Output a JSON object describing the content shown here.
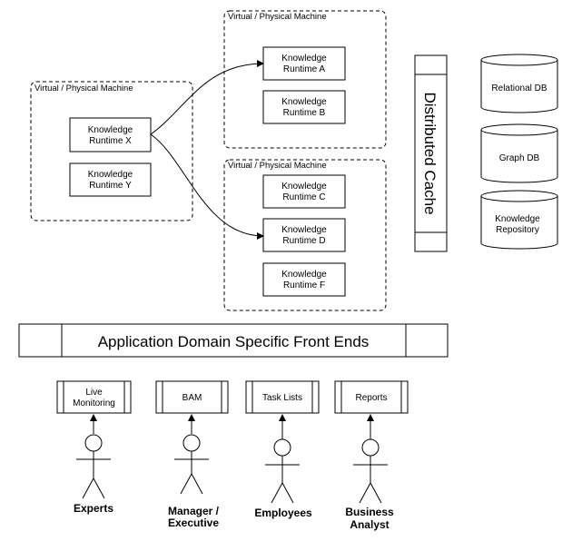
{
  "machines": {
    "left": {
      "label": "Virtual / Physical Machine"
    },
    "top_right": {
      "label": "Virtual / Physical Machine"
    },
    "bottom_right": {
      "label": "Virtual / Physical Machine"
    }
  },
  "runtimes": {
    "x": [
      "Knowledge",
      "Runtime X"
    ],
    "y": [
      "Knowledge",
      "Runtime Y"
    ],
    "a": [
      "Knowledge",
      "Runtime A"
    ],
    "b": [
      "Knowledge",
      "Runtime B"
    ],
    "c": [
      "Knowledge",
      "Runtime C"
    ],
    "d": [
      "Knowledge",
      "Runtime D"
    ],
    "f": [
      "Knowledge",
      "Runtime F"
    ]
  },
  "cache": {
    "label": "Distributed Cache"
  },
  "databases": {
    "relational": [
      "Relational DB"
    ],
    "graph": [
      "Graph DB"
    ],
    "knowledge": [
      "Knowledge",
      "Repository"
    ]
  },
  "front_ends": {
    "label": "Application Domain Specific Front Ends"
  },
  "tools": {
    "live_monitoring": [
      "Live",
      "Monitoring"
    ],
    "bam": [
      "BAM"
    ],
    "task_lists": [
      "Task Lists"
    ],
    "reports": [
      "Reports"
    ]
  },
  "actors": {
    "experts": [
      "Experts"
    ],
    "manager": [
      "Manager /",
      "Executive"
    ],
    "employees": [
      "Employees"
    ],
    "analyst": [
      "Business",
      "Analyst"
    ]
  }
}
